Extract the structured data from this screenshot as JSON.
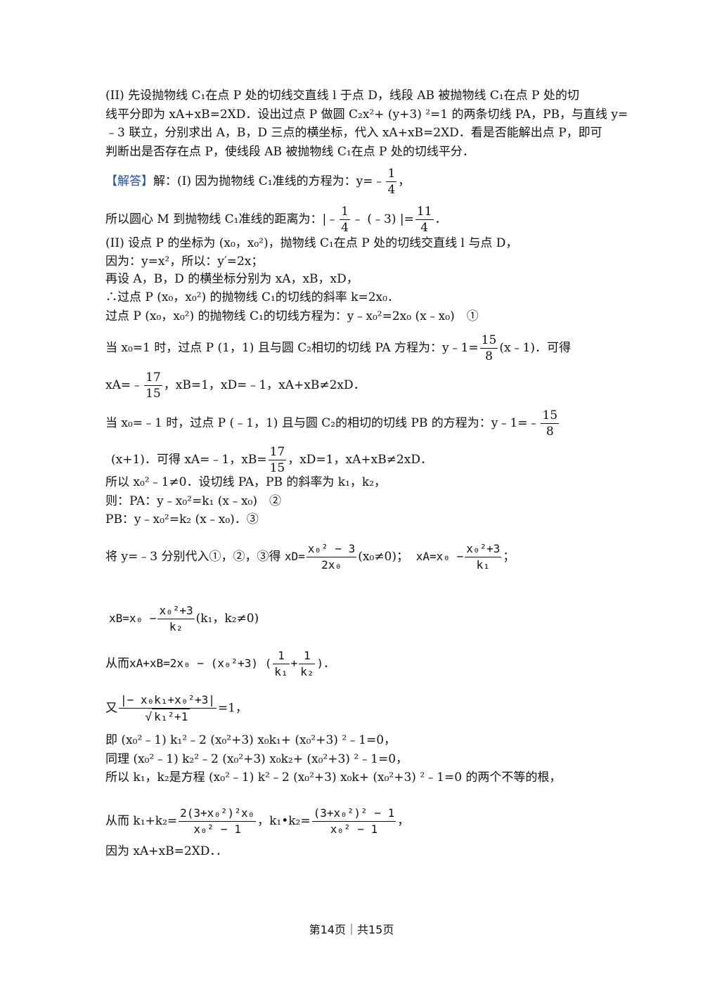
{
  "analysis": {
    "l1": "(II) 先设抛物线 C₁在点 P 处的切线交直线 l 于点 D，线段 AB 被抛物线 C₁在点 P 处的切",
    "l2": "线平分即为 xA+xB=2XD．设出过点 P 做圆 C₂x²+ (y+3) ²=1 的两条切线 PA，PB，与直线 y=",
    "l3": "﹣3 联立，分别求出 A，B，D 三点的横坐标，代入 xA+xB=2XD．看是否能解出点 P，即可",
    "l4": "判断出是否存在点 P，使线段 AB 被抛物线 C₁在点 P 处的切线平分．"
  },
  "solution": {
    "label": "【解答】",
    "s1a": "解：(I) 因为抛物线 C₁准线的方程为：y=﹣",
    "s1n": "1",
    "s1d": "4",
    "s1e": "，",
    "s2a": "所以圆心 M 到抛物线 C₁准线的距离为：|﹣",
    "s2n": "1",
    "s2d": "4",
    "s2b": "﹣ (﹣3) |=",
    "s2n2": "11",
    "s2d2": "4",
    "s2e": "．",
    "s3": "(II) 设点 P 的坐标为 (x₀，x₀²)，抛物线 C₁在点 P 处的切线交直线 l 与点 D，",
    "s4": "因为：y=x²，所以：y′=2x；",
    "s5": "再设 A，B，D 的横坐标分别为 xA，xB，xD，",
    "s6": "∴过点 P (x₀，x₀²) 的抛物线 C₁的切线的斜率 k=2x₀．",
    "s7": "过点 P (x₀，x₀²) 的抛物线 C₁的切线方程为：y﹣x₀²=2x₀ (x﹣x₀)　①",
    "s8a": "当 x₀=1 时，过点 P (1，1) 且与圆 C₂相切的切线 PA 方程为：y﹣1=",
    "s8n": "15",
    "s8d": "8",
    "s8b": "(x﹣1)．可得",
    "s9a": "xA=﹣",
    "s9n": "17",
    "s9d": "15",
    "s9b": "，xB=1，xD=﹣1，xA+xB≠2xD．",
    "s10a": "当 x₀=﹣1 时，过点 P (﹣1，1) 且与圆 C₂的相切的切线 PB 的方程为：y﹣1=﹣",
    "s10n": "15",
    "s10d": "8",
    "s11a": "(x+1)．可得 xA=﹣1，xB=",
    "s11n": "17",
    "s11d": "15",
    "s11b": "，xD=1，xA+xB≠2xD．",
    "s12": "所以 x₀²﹣1≠0．设切线 PA，PB 的斜率为 k₁，k₂，",
    "s13": "则：PA：y﹣x₀²=k₁ (x﹣x₀)　②",
    "s14": "PB：y﹣x₀²=k₂ (x﹣x₀)．③",
    "s15a": "将 y=﹣3 分别代入①，②，③得",
    "s15b": "xD=",
    "s15n": "x₀² − 3",
    "s15d": "2x₀",
    "s15c": "(x₀≠0)；",
    "s15e": "xA=x₀ −",
    "s15n2": "x₀²+3",
    "s15d2": "k₁",
    "s15f": "；",
    "s16a": "xB=x₀ −",
    "s16n": "x₀²+3",
    "s16d": "k₂",
    "s16b": "(k₁，k₂≠0)",
    "s17a": "从而",
    "s17b": "xA+xB=2x₀ − (x₀²+3) (",
    "s17n": "1",
    "s17d": "k₁",
    "s17p": "+",
    "s17n2": "1",
    "s17d2": "k₂",
    "s17c": ")．",
    "s18a": "又",
    "s18n": "|− x₀k₁+x₀²+3|",
    "s18d": "k₁²+1",
    "s18b": "=1，",
    "s19": "即 (x₀²﹣1) k₁²﹣2 (x₀²+3) x₀k₁+ (x₀²+3) ²﹣1=0，",
    "s20": "同理 (x₀²﹣1) k₂²﹣2 (x₀²+3) x₀k₂+ (x₀²+3) ²﹣1=0，",
    "s21": "所以 k₁，k₂是方程 (x₀²﹣1) k²﹣2 (x₀²+3) x₀k+ (x₀²+3) ²﹣1=0 的两个不等的根，",
    "s22a": "从而 k₁+k₂=",
    "s22n": "2(3+x₀²)²x₀",
    "s22d": "x₀² − 1",
    "s22b": "，k₁•k₂=",
    "s22n2": "(3+x₀²)² − 1",
    "s22d2": "x₀² − 1",
    "s22c": "，",
    "s23": "因为 xA+xB=2XD．．"
  },
  "footer": "第14页｜共15页"
}
